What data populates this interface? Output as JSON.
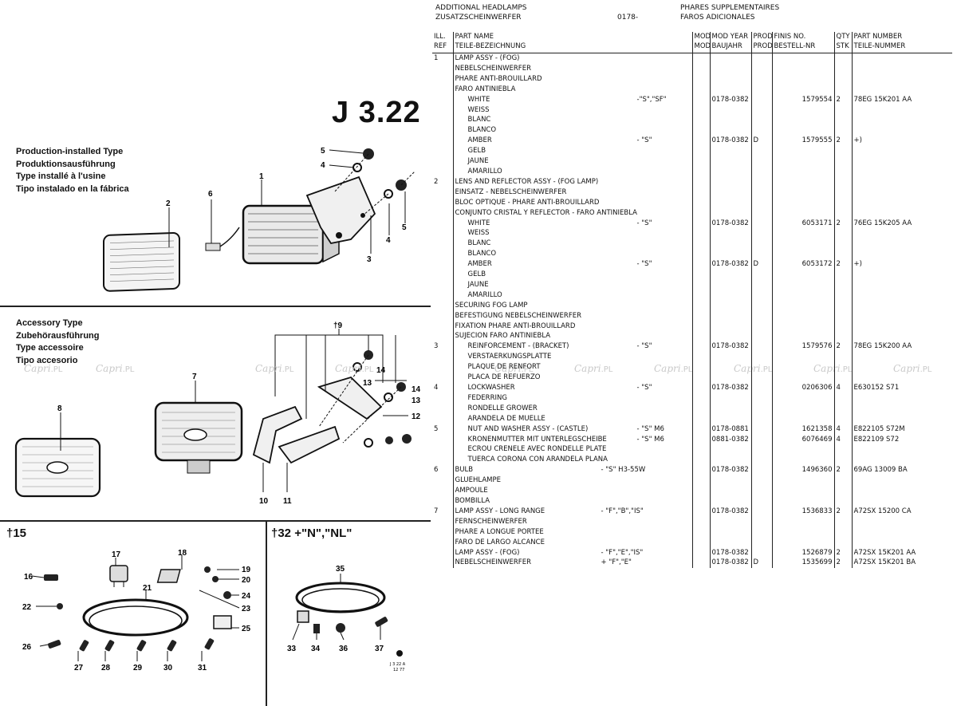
{
  "page": {
    "code": "J 3.22",
    "header": {
      "en": "ADDITIONAL HEADLAMPS",
      "de": "ZUSATZSCHEINWERFER",
      "range": "0178-",
      "fr": "PHARES SUPPLEMENTAIRES",
      "es": "FAROS ADICIONALES"
    },
    "watermark": [
      "Capri",
      ".PL"
    ]
  },
  "sections": {
    "production": [
      "Production-installed Type",
      "Produktionsausführung",
      "Type installé à l'usine",
      "Tipo instalado en la fábrica"
    ],
    "accessory": [
      "Accessory Type",
      "Zubehörausführung",
      "Type accessoire",
      "Tipo accesorio"
    ],
    "fig15": "†15",
    "fig32": "†32  +\"N\",\"NL\""
  },
  "callouts_top": [
    "1",
    "2",
    "3",
    "4",
    "4",
    "5",
    "5",
    "6"
  ],
  "callouts_mid": [
    "†9",
    "7",
    "8",
    "10",
    "11",
    "12",
    "13",
    "13",
    "14",
    "14"
  ],
  "callouts_bot": [
    "16",
    "17",
    "18",
    "19",
    "20",
    "21",
    "22",
    "23",
    "24",
    "25",
    "26",
    "27",
    "28",
    "29",
    "30",
    "31"
  ],
  "callouts_right": [
    "35",
    "33",
    "34",
    "36",
    "37"
  ],
  "drawing_ref": [
    "J 3 22 A",
    "12 77"
  ],
  "table": {
    "headers": [
      [
        "ILL.",
        "REF"
      ],
      [
        "PART NAME",
        "TEILE-BEZEICHNUNG"
      ],
      [
        "MOD",
        "MOD"
      ],
      [
        "MOD YEAR",
        "BAUJAHR"
      ],
      [
        "PROD",
        "PROD"
      ],
      [
        "FINIS NO.",
        "BESTELL-NR"
      ],
      [
        "QTY",
        "STK"
      ],
      [
        "PART NUMBER",
        "TEILE-NUMMER"
      ]
    ],
    "rows": [
      {
        "ref": "1",
        "name": "LAMP ASSY - (FOG)",
        "name_note": "",
        "mod": "",
        "year": "",
        "prod": "",
        "finis": "",
        "qty": "",
        "pn": "",
        "ind": false
      },
      {
        "ref": "",
        "name": "NEBELSCHEINWERFER",
        "name_note": "",
        "mod": "",
        "year": "",
        "prod": "",
        "finis": "",
        "qty": "",
        "pn": "",
        "ind": false
      },
      {
        "ref": "",
        "name": "PHARE ANTI-BROUILLARD",
        "name_note": "",
        "mod": "",
        "year": "",
        "prod": "",
        "finis": "",
        "qty": "",
        "pn": "",
        "ind": false
      },
      {
        "ref": "",
        "name": "FARO ANTINIEBLA",
        "name_note": "",
        "mod": "",
        "year": "",
        "prod": "",
        "finis": "",
        "qty": "",
        "pn": "",
        "ind": false
      },
      {
        "ref": "",
        "name": "",
        "name_note": "",
        "mod": "",
        "year": "",
        "prod": "",
        "finis": "",
        "qty": "",
        "pn": "",
        "ind": false
      },
      {
        "ref": "",
        "name": "WHITE",
        "name_note": "-\"S\",\"SF\"",
        "mod": "",
        "year": "0178-0382",
        "prod": "",
        "finis": "1579554",
        "qty": "2",
        "pn": "78EG 15K201 AA",
        "ind": true
      },
      {
        "ref": "",
        "name": "WEISS",
        "name_note": "",
        "mod": "",
        "year": "",
        "prod": "",
        "finis": "",
        "qty": "",
        "pn": "",
        "ind": true
      },
      {
        "ref": "",
        "name": "BLANC",
        "name_note": "",
        "mod": "",
        "year": "",
        "prod": "",
        "finis": "",
        "qty": "",
        "pn": "",
        "ind": true
      },
      {
        "ref": "",
        "name": "BLANCO",
        "name_note": "",
        "mod": "",
        "year": "",
        "prod": "",
        "finis": "",
        "qty": "",
        "pn": "",
        "ind": true
      },
      {
        "ref": "",
        "name": "",
        "name_note": "",
        "mod": "",
        "year": "",
        "prod": "",
        "finis": "",
        "qty": "",
        "pn": "",
        "ind": false
      },
      {
        "ref": "",
        "name": "AMBER",
        "name_note": "- \"S\"",
        "mod": "",
        "year": "0178-0382",
        "prod": "D",
        "finis": "1579555",
        "qty": "2",
        "pn": "+)",
        "ind": true
      },
      {
        "ref": "",
        "name": "GELB",
        "name_note": "",
        "mod": "",
        "year": "",
        "prod": "",
        "finis": "",
        "qty": "",
        "pn": "",
        "ind": true
      },
      {
        "ref": "",
        "name": "JAUNE",
        "name_note": "",
        "mod": "",
        "year": "",
        "prod": "",
        "finis": "",
        "qty": "",
        "pn": "",
        "ind": true
      },
      {
        "ref": "",
        "name": "AMARILLO",
        "name_note": "",
        "mod": "",
        "year": "",
        "prod": "",
        "finis": "",
        "qty": "",
        "pn": "",
        "ind": true
      },
      {
        "ref": "",
        "name": "",
        "name_note": "",
        "mod": "",
        "year": "",
        "prod": "",
        "finis": "",
        "qty": "",
        "pn": "",
        "ind": false
      },
      {
        "ref": "2",
        "name": "LENS AND REFLECTOR ASSY - (FOG LAMP)",
        "name_note": "",
        "mod": "",
        "year": "",
        "prod": "",
        "finis": "",
        "qty": "",
        "pn": "",
        "ind": false
      },
      {
        "ref": "",
        "name": "EINSATZ - NEBELSCHEINWERFER",
        "name_note": "",
        "mod": "",
        "year": "",
        "prod": "",
        "finis": "",
        "qty": "",
        "pn": "",
        "ind": false
      },
      {
        "ref": "",
        "name": "BLOC OPTIQUE - PHARE ANTI-BROUILLARD",
        "name_note": "",
        "mod": "",
        "year": "",
        "prod": "",
        "finis": "",
        "qty": "",
        "pn": "",
        "ind": false
      },
      {
        "ref": "",
        "name": "CONJUNTO CRISTAL Y REFLECTOR - FARO ANTINIEBLA",
        "name_note": "",
        "mod": "",
        "year": "",
        "prod": "",
        "finis": "",
        "qty": "",
        "pn": "",
        "ind": false
      },
      {
        "ref": "",
        "name": "",
        "name_note": "",
        "mod": "",
        "year": "",
        "prod": "",
        "finis": "",
        "qty": "",
        "pn": "",
        "ind": false
      },
      {
        "ref": "",
        "name": "WHITE",
        "name_note": "- \"S\"",
        "mod": "",
        "year": "0178-0382",
        "prod": "",
        "finis": "6053171",
        "qty": "2",
        "pn": "76EG 15K205 AA",
        "ind": true
      },
      {
        "ref": "",
        "name": "WEISS",
        "name_note": "",
        "mod": "",
        "year": "",
        "prod": "",
        "finis": "",
        "qty": "",
        "pn": "",
        "ind": true
      },
      {
        "ref": "",
        "name": "BLANC",
        "name_note": "",
        "mod": "",
        "year": "",
        "prod": "",
        "finis": "",
        "qty": "",
        "pn": "",
        "ind": true
      },
      {
        "ref": "",
        "name": "BLANCO",
        "name_note": "",
        "mod": "",
        "year": "",
        "prod": "",
        "finis": "",
        "qty": "",
        "pn": "",
        "ind": true
      },
      {
        "ref": "",
        "name": "",
        "name_note": "",
        "mod": "",
        "year": "",
        "prod": "",
        "finis": "",
        "qty": "",
        "pn": "",
        "ind": false
      },
      {
        "ref": "",
        "name": "AMBER",
        "name_note": "- \"S\"",
        "mod": "",
        "year": "0178-0382",
        "prod": "D",
        "finis": "6053172",
        "qty": "2",
        "pn": "+)",
        "ind": true
      },
      {
        "ref": "",
        "name": "GELB",
        "name_note": "",
        "mod": "",
        "year": "",
        "prod": "",
        "finis": "",
        "qty": "",
        "pn": "",
        "ind": true
      },
      {
        "ref": "",
        "name": "JAUNE",
        "name_note": "",
        "mod": "",
        "year": "",
        "prod": "",
        "finis": "",
        "qty": "",
        "pn": "",
        "ind": true
      },
      {
        "ref": "",
        "name": "AMARILLO",
        "name_note": "",
        "mod": "",
        "year": "",
        "prod": "",
        "finis": "",
        "qty": "",
        "pn": "",
        "ind": true
      },
      {
        "ref": "",
        "name": "",
        "name_note": "",
        "mod": "",
        "year": "",
        "prod": "",
        "finis": "",
        "qty": "",
        "pn": "",
        "ind": false
      },
      {
        "ref": "",
        "name": "SECURING FOG LAMP",
        "name_note": "",
        "mod": "",
        "year": "",
        "prod": "",
        "finis": "",
        "qty": "",
        "pn": "",
        "ind": false
      },
      {
        "ref": "",
        "name": "BEFESTIGUNG NEBELSCHEINWERFER",
        "name_note": "",
        "mod": "",
        "year": "",
        "prod": "",
        "finis": "",
        "qty": "",
        "pn": "",
        "ind": false
      },
      {
        "ref": "",
        "name": "FIXATION PHARE ANTI-BROUILLARD",
        "name_note": "",
        "mod": "",
        "year": "",
        "prod": "",
        "finis": "",
        "qty": "",
        "pn": "",
        "ind": false
      },
      {
        "ref": "",
        "name": "SUJECION FARO ANTINIEBLA",
        "name_note": "",
        "mod": "",
        "year": "",
        "prod": "",
        "finis": "",
        "qty": "",
        "pn": "",
        "ind": false
      },
      {
        "ref": "",
        "name": "",
        "name_note": "",
        "mod": "",
        "year": "",
        "prod": "",
        "finis": "",
        "qty": "",
        "pn": "",
        "ind": false
      },
      {
        "ref": "3",
        "name": "REINFORCEMENT - (BRACKET)",
        "name_note": "- \"S\"",
        "mod": "",
        "year": "0178-0382",
        "prod": "",
        "finis": "1579576",
        "qty": "2",
        "pn": "78EG 15K200 AA",
        "ind": true
      },
      {
        "ref": "",
        "name": "VERSTAERKUNGSPLATTE",
        "name_note": "",
        "mod": "",
        "year": "",
        "prod": "",
        "finis": "",
        "qty": "",
        "pn": "",
        "ind": true
      },
      {
        "ref": "",
        "name": "PLAQUE DE RENFORT",
        "name_note": "",
        "mod": "",
        "year": "",
        "prod": "",
        "finis": "",
        "qty": "",
        "pn": "",
        "ind": true
      },
      {
        "ref": "",
        "name": "PLACA DE REFUERZO",
        "name_note": "",
        "mod": "",
        "year": "",
        "prod": "",
        "finis": "",
        "qty": "",
        "pn": "",
        "ind": true
      },
      {
        "ref": "",
        "name": "",
        "name_note": "",
        "mod": "",
        "year": "",
        "prod": "",
        "finis": "",
        "qty": "",
        "pn": "",
        "ind": false
      },
      {
        "ref": "4",
        "name": "LOCKWASHER",
        "name_note": "- \"S\"",
        "mod": "",
        "year": "0178-0382",
        "prod": "",
        "finis": "0206306",
        "qty": "4",
        "pn": "E630152 S71",
        "ind": true
      },
      {
        "ref": "",
        "name": "FEDERRING",
        "name_note": "",
        "mod": "",
        "year": "",
        "prod": "",
        "finis": "",
        "qty": "",
        "pn": "",
        "ind": true
      },
      {
        "ref": "",
        "name": "RONDELLE GROWER",
        "name_note": "",
        "mod": "",
        "year": "",
        "prod": "",
        "finis": "",
        "qty": "",
        "pn": "",
        "ind": true
      },
      {
        "ref": "",
        "name": "ARANDELA DE MUELLE",
        "name_note": "",
        "mod": "",
        "year": "",
        "prod": "",
        "finis": "",
        "qty": "",
        "pn": "",
        "ind": true
      },
      {
        "ref": "",
        "name": "",
        "name_note": "",
        "mod": "",
        "year": "",
        "prod": "",
        "finis": "",
        "qty": "",
        "pn": "",
        "ind": false
      },
      {
        "ref": "5",
        "name": "NUT AND WASHER ASSY - (CASTLE)",
        "name_note": "- \"S\"       M6",
        "mod": "",
        "year": "0178-0881",
        "prod": "",
        "finis": "1621358",
        "qty": "4",
        "pn": "E822105 S72M",
        "ind": true
      },
      {
        "ref": "",
        "name": "KRONENMUTTER MIT UNTERLEGSCHEIBE",
        "name_note": "- \"S\"       M6",
        "mod": "",
        "year": "0881-0382",
        "prod": "",
        "finis": "6076469",
        "qty": "4",
        "pn": "E822109 S72",
        "ind": true
      },
      {
        "ref": "",
        "name": "ECROU CRENELE AVEC RONDELLE PLATE",
        "name_note": "",
        "mod": "",
        "year": "",
        "prod": "",
        "finis": "",
        "qty": "",
        "pn": "",
        "ind": true
      },
      {
        "ref": "",
        "name": "TUERCA CORONA CON ARANDELA PLANA",
        "name_note": "",
        "mod": "",
        "year": "",
        "prod": "",
        "finis": "",
        "qty": "",
        "pn": "",
        "ind": true
      },
      {
        "ref": "",
        "name": "",
        "name_note": "",
        "mod": "",
        "year": "",
        "prod": "",
        "finis": "",
        "qty": "",
        "pn": "",
        "ind": false
      },
      {
        "ref": "6",
        "name": "BULB",
        "name_note": "- \"S\"       H3-55W",
        "mod": "",
        "year": "0178-0382",
        "prod": "",
        "finis": "1496360",
        "qty": "2",
        "pn": "69AG 13009 BA",
        "ind": false
      },
      {
        "ref": "",
        "name": "GLUEHLAMPE",
        "name_note": "",
        "mod": "",
        "year": "",
        "prod": "",
        "finis": "",
        "qty": "",
        "pn": "",
        "ind": false
      },
      {
        "ref": "",
        "name": "AMPOULE",
        "name_note": "",
        "mod": "",
        "year": "",
        "prod": "",
        "finis": "",
        "qty": "",
        "pn": "",
        "ind": false
      },
      {
        "ref": "",
        "name": "BOMBILLA",
        "name_note": "",
        "mod": "",
        "year": "",
        "prod": "",
        "finis": "",
        "qty": "",
        "pn": "",
        "ind": false
      },
      {
        "ref": "",
        "name": "",
        "name_note": "",
        "mod": "",
        "year": "",
        "prod": "",
        "finis": "",
        "qty": "",
        "pn": "",
        "ind": false
      },
      {
        "ref": "7",
        "name": "LAMP ASSY - LONG RANGE",
        "name_note": "- \"F\",\"B\",\"IS\"",
        "mod": "",
        "year": "0178-0382",
        "prod": "",
        "finis": "1536833",
        "qty": "2",
        "pn": "A72SX 15200 CA",
        "ind": false
      },
      {
        "ref": "",
        "name": "FERNSCHEINWERFER",
        "name_note": "",
        "mod": "",
        "year": "",
        "prod": "",
        "finis": "",
        "qty": "",
        "pn": "",
        "ind": false
      },
      {
        "ref": "",
        "name": "PHARE A LONGUE PORTEE",
        "name_note": "",
        "mod": "",
        "year": "",
        "prod": "",
        "finis": "",
        "qty": "",
        "pn": "",
        "ind": false
      },
      {
        "ref": "",
        "name": "FARO DE LARGO ALCANCE",
        "name_note": "",
        "mod": "",
        "year": "",
        "prod": "",
        "finis": "",
        "qty": "",
        "pn": "",
        "ind": false
      },
      {
        "ref": "",
        "name": "",
        "name_note": "",
        "mod": "",
        "year": "",
        "prod": "",
        "finis": "",
        "qty": "",
        "pn": "",
        "ind": false
      },
      {
        "ref": "",
        "name": "LAMP ASSY - (FOG)",
        "name_note": "- \"F\",\"E\",\"IS\"",
        "mod": "",
        "year": "0178-0382",
        "prod": "",
        "finis": "1526879",
        "qty": "2",
        "pn": "A72SX 15K201 AA",
        "ind": false
      },
      {
        "ref": "",
        "name": "NEBELSCHEINWERFER",
        "name_note": "+ \"F\",\"E\"",
        "mod": "",
        "year": "0178-0382",
        "prod": "D",
        "finis": "1535699",
        "qty": "2",
        "pn": "A72SX 15K201 BA",
        "ind": false
      }
    ]
  }
}
